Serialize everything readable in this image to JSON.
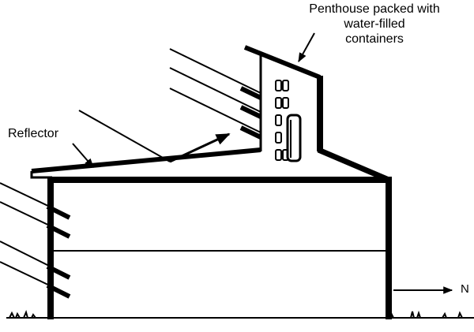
{
  "labels": {
    "penthouse_line1": "Penthouse packed with",
    "penthouse_line2": "water-filled",
    "penthouse_line3": "containers",
    "reflector": "Reflector",
    "north": "N"
  },
  "colors": {
    "ink": "#000000",
    "background": "#ffffff"
  },
  "icons": {
    "containers": "water-container-icon",
    "tank": "water-tank-icon",
    "sun_rays": "sun-ray-arrow-icon",
    "north_arrow": "north-arrow-icon"
  }
}
